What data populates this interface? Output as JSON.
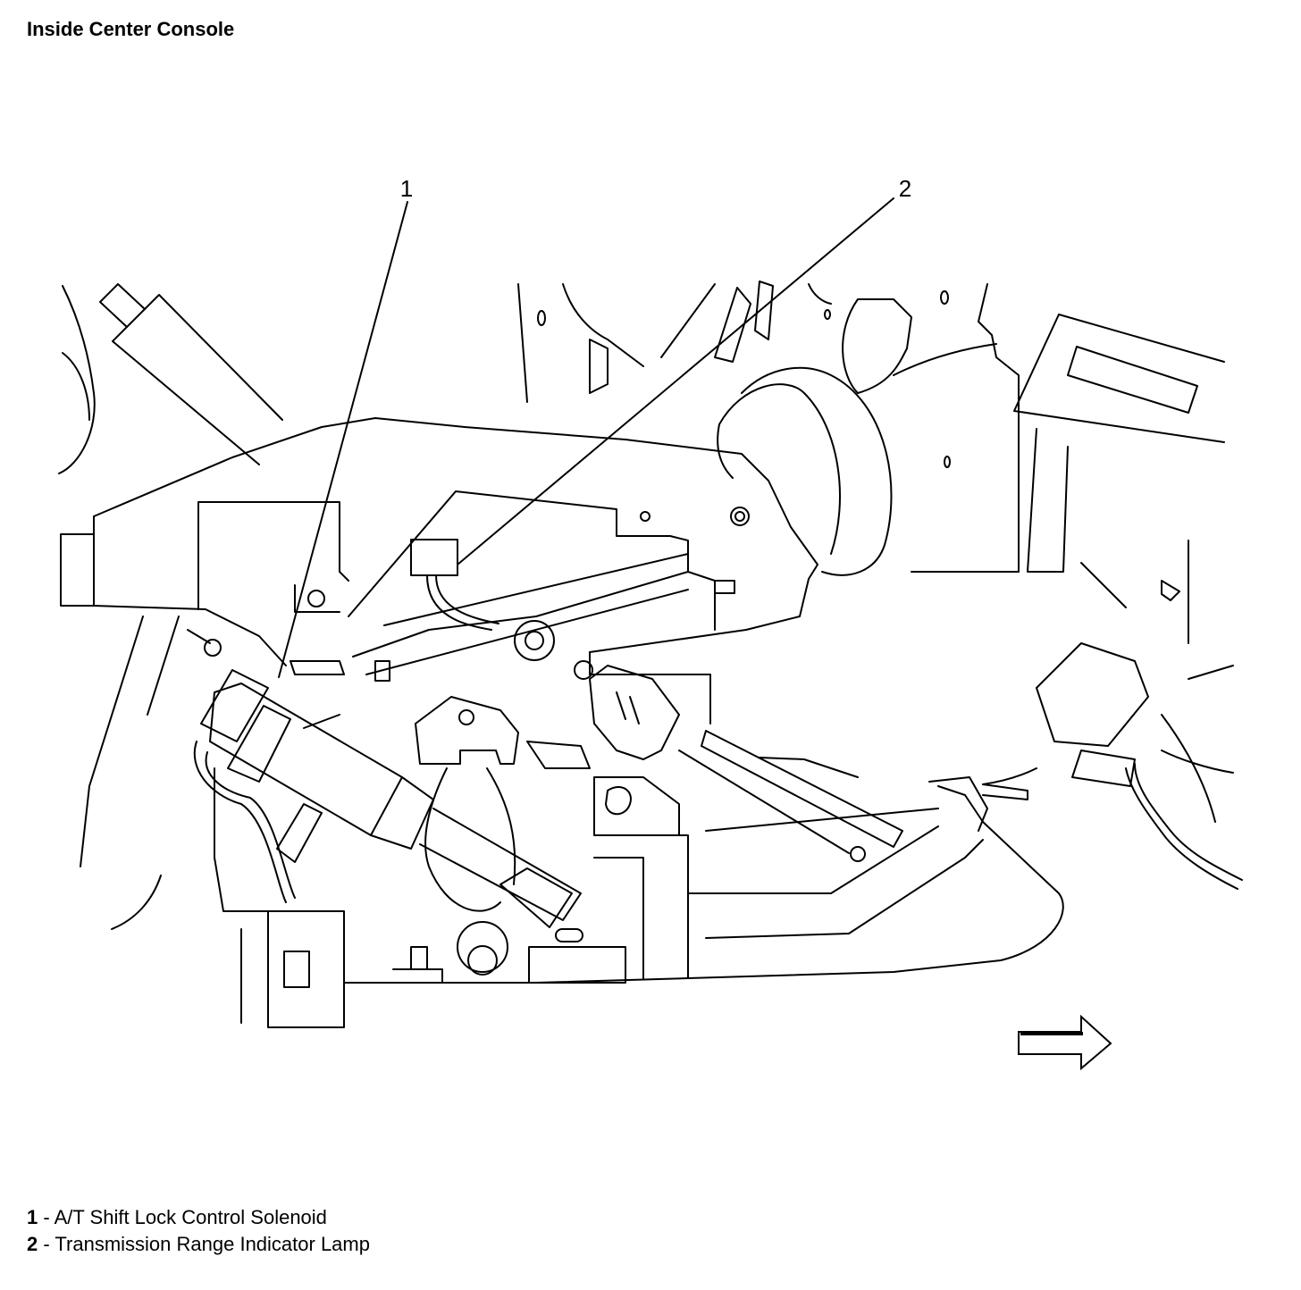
{
  "title": "Inside Center Console",
  "callouts": [
    {
      "number": "1",
      "label": "A/T Shift Lock Control Solenoid"
    },
    {
      "number": "2",
      "label": "Transmission Range Indicator Lamp"
    }
  ],
  "legend_separator": " - ",
  "line_color": "#000000",
  "background_color": "#ffffff",
  "direction_icon": "arrow-right-icon"
}
